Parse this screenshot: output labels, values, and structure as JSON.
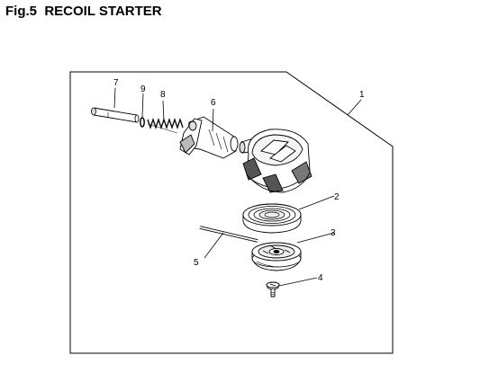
{
  "figure": {
    "title": "Fig.5  RECOIL STARTER"
  },
  "parts": [
    {
      "number": "1",
      "part": "recoil-starter-assembly"
    },
    {
      "number": "2",
      "part": "recoil-spring"
    },
    {
      "number": "3",
      "part": "reel-pulley"
    },
    {
      "number": "4",
      "part": "center-screw"
    },
    {
      "number": "5",
      "part": "starter-rope"
    },
    {
      "number": "6",
      "part": "starter-handle"
    },
    {
      "number": "7",
      "part": "handle-pin"
    },
    {
      "number": "8",
      "part": "handle-spring"
    },
    {
      "number": "9",
      "part": "o-ring"
    }
  ],
  "colors": {
    "line": "#000000",
    "background": "#ffffff",
    "shade": "#d8d8d8"
  }
}
